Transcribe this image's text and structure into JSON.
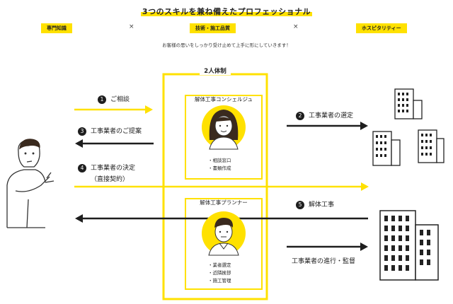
{
  "header": {
    "title": "3つのスキルを兼ね備えたプロフェッショナル",
    "skills": [
      "専門知識",
      "技術・施工品質",
      "ホスピタリティー"
    ],
    "times": "×",
    "subtitle": "お客様の思いをしっかり受け止めて上手に形にしていきます！"
  },
  "system": {
    "title": "2人体制",
    "concierge": {
      "title": "解体工事コンシェルジュ",
      "duties": [
        "・相談窓口",
        "・書類作成"
      ]
    },
    "planner": {
      "title": "解体工事プランナー",
      "duties": [
        "・業者選定",
        "・近隣挨拶",
        "・施工管理"
      ]
    }
  },
  "flows": {
    "f1": {
      "num": "1",
      "text": "ご相談"
    },
    "f2": {
      "num": "2",
      "text": "工事業者の選定"
    },
    "f3": {
      "num": "3",
      "text": "工事業者のご提案"
    },
    "f4": {
      "num": "4",
      "text": "工事業者の決定",
      "sub": "（直接契約）"
    },
    "f5": {
      "num": "5",
      "text": "解体工事"
    },
    "f6": {
      "text": "工事業者の進行・監督"
    }
  },
  "colors": {
    "accent": "#ffe100",
    "dark": "#1e1e1e"
  }
}
